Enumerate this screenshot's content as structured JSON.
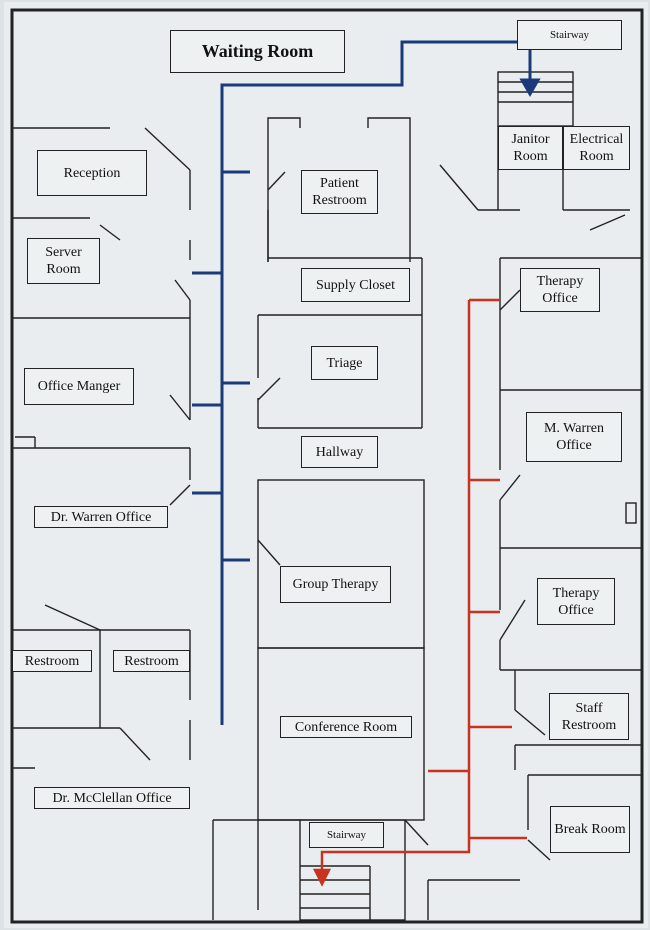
{
  "title": "Waiting Room",
  "rooms": {
    "stairway_top": "Stairway",
    "janitor_room": "Janitor Room",
    "electrical_room": "Electrical Room",
    "reception": "Reception",
    "patient_restroom": "Patient Restroom",
    "server_room": "Server Room",
    "supply_closet": "Supply Closet",
    "therapy_office_1": "Therapy Office",
    "triage": "Triage",
    "office_manager": "Office Manger",
    "hallway": "Hallway",
    "m_warren_office": "M. Warren Office",
    "dr_warren_office": "Dr. Warren Office",
    "group_therapy": "Group Therapy",
    "therapy_office_2": "Therapy Office",
    "restroom_1": "Restroom",
    "restroom_2": "Restroom",
    "staff_restroom": "Staff Restroom",
    "conference_room": "Conference Room",
    "dr_mcclellan_office": "Dr. McClellan Office",
    "break_room": "Break Room",
    "stairway_bottom": "Stairway"
  },
  "routes": {
    "blue_color": "#1a3a7a",
    "red_color": "#c8321e"
  }
}
